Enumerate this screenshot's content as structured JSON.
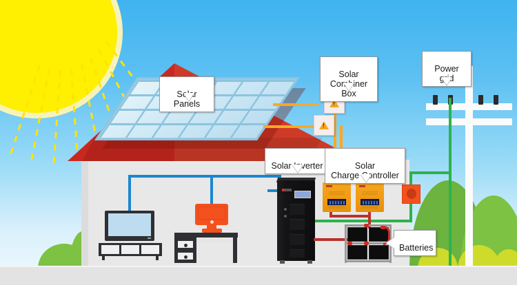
{
  "diagram": {
    "title": "Off-grid / hybrid solar power system schematic",
    "background": {
      "sky_top_color": "#3fb3ef",
      "sky_bottom_color": "#eaf7fd",
      "ground_color": "#e3e3e3"
    }
  },
  "sun": {
    "name": "sun",
    "core_color": "#ffef00",
    "halo_color": "#f7f3b8",
    "ray_color": "#ffe400",
    "ray_count": 8
  },
  "house": {
    "roof_color": "#c9281f",
    "wall_color": "#e8e8e8"
  },
  "labels": [
    {
      "id": "solar-panels",
      "text": "Solar Panels",
      "tail": "down"
    },
    {
      "id": "solar-combiner-box",
      "text": "Solar\nCombiner Box",
      "tail": "down"
    },
    {
      "id": "power-grid",
      "text": "Power\ngrid",
      "tail": "down"
    },
    {
      "id": "solar-inverter",
      "text": "Solar Inverter",
      "tail": "down"
    },
    {
      "id": "solar-charge-controller",
      "text": "Solar\nCharge Controller",
      "tail": "down"
    },
    {
      "id": "batteries",
      "text": "Batteries",
      "tail": "left"
    }
  ],
  "components": {
    "solar_panels": {
      "label": "Solar Panels",
      "count": 1,
      "grid_cols": 6,
      "grid_rows": 4,
      "frame_color": "#8cc4df",
      "cell_color": "#cfe9f5"
    },
    "combiner_boxes": {
      "label": "Solar Combiner Box",
      "count": 2,
      "box_color": "#f6eeee",
      "warning_icon": "warning-triangle-icon",
      "warning_color": "#f5a623"
    },
    "charge_controllers": {
      "label": "Solar Charge Controller",
      "count": 2,
      "body_color": "#f5a623",
      "display_color": "#14214a"
    },
    "inverter": {
      "label": "Solar Inverter",
      "count": 1,
      "body_color": "#141416",
      "display_color": "#8fa7d8"
    },
    "batteries": {
      "label": "Batteries",
      "rows": 2,
      "per_row": 2,
      "body_color": "#0d0d0d",
      "terminal_color": "#cf2a22",
      "rack_color": "#9a9a9a"
    },
    "disconnect_switch": {
      "label": "AC disconnect",
      "body_color": "#f4511e",
      "knob_color": "#c63b12"
    },
    "power_pole": {
      "label": "Power grid",
      "mast_color": "#fbfbfb",
      "insulator_color": "#2b2b2b",
      "insulator_count": 4,
      "crossarms": 2
    },
    "television": {
      "label": "Television",
      "screen_color": "#bedcf0",
      "body_color": "#2f3033"
    },
    "computer_monitor": {
      "label": "Desktop computer",
      "body_color": "#f4511e"
    },
    "desk": {
      "label": "Desk",
      "body_color": "#2f3033",
      "drawers": 2
    }
  },
  "wiring": [
    {
      "name": "dc-panel-to-combiner",
      "color": "#f9a825",
      "label": "DC from panels"
    },
    {
      "name": "dc-combiner-to-controller",
      "color": "#f9a825",
      "label": "DC to charge controller"
    },
    {
      "name": "ac-inverter-to-loads",
      "color": "#1b87ce",
      "label": "AC to household loads"
    },
    {
      "name": "ac-inverter-to-grid",
      "color": "#2eb24c",
      "label": "AC to grid via disconnect"
    },
    {
      "name": "dc-battery-bank",
      "color": "#b8332a",
      "label": "DC battery bank"
    }
  ],
  "foliage": {
    "bush_color_light": "#7dc242",
    "bush_color_dark": "#6cb33f",
    "bush_color_yellow": "#cfdb2a"
  }
}
